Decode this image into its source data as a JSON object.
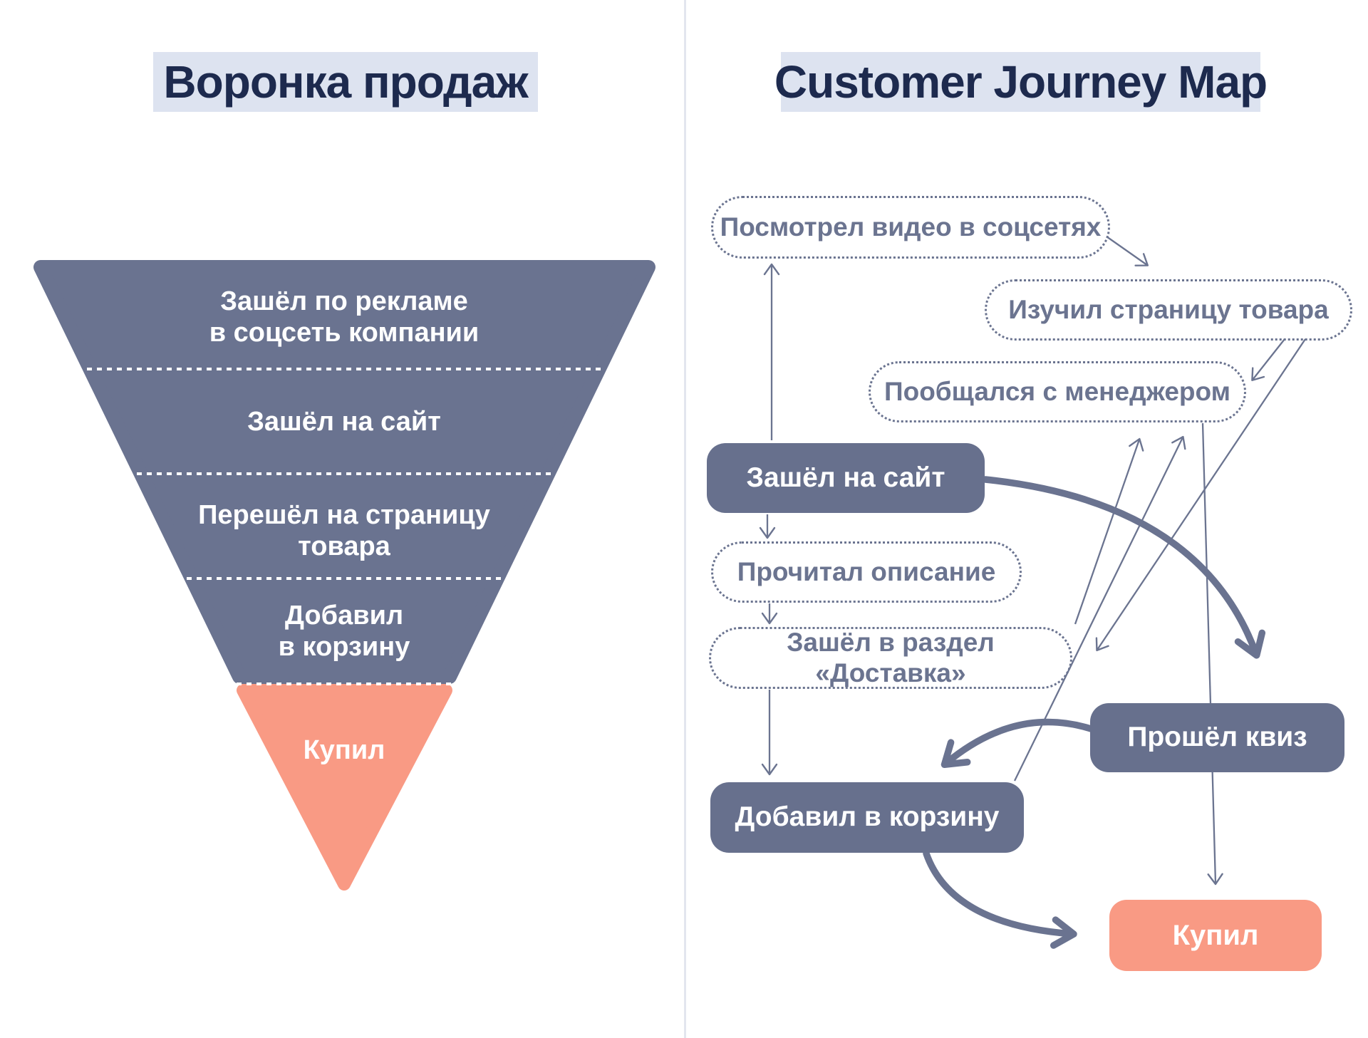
{
  "theme": {
    "navy": "#1d2a4e",
    "slate": "#6a7390",
    "node": "#67708d",
    "line": "#6b7490",
    "salmon": "#f99a84",
    "title_bg": "#dde3f0",
    "divider": "#e3e6ee",
    "white": "#ffffff"
  },
  "left_panel": {
    "title": "Воронка продаж",
    "funnel": {
      "stages": [
        {
          "label": "Зашёл по рекламе\nв соцсеть компании",
          "color": "#6a7390"
        },
        {
          "label": "Зашёл на сайт",
          "color": "#6a7390"
        },
        {
          "label": "Перешёл на страницу\nтовара",
          "color": "#6a7390"
        },
        {
          "label": "Добавил\nв корзину",
          "color": "#6a7390"
        },
        {
          "label": "Купил",
          "color": "#f99a84"
        }
      ]
    }
  },
  "right_panel": {
    "title": "Customer Journey Map",
    "nodes": [
      {
        "label": "Посмотрел видео в соцсетях",
        "style": "dotted"
      },
      {
        "label": "Изучил страницу товара",
        "style": "dotted"
      },
      {
        "label": "Пообщался с менеджером",
        "style": "dotted"
      },
      {
        "label": "Зашёл на сайт",
        "style": "solid"
      },
      {
        "label": "Прочитал описание",
        "style": "dotted"
      },
      {
        "label": "Зашёл в раздел «Доставка»",
        "style": "dotted"
      },
      {
        "label": "Прошёл квиз",
        "style": "solid"
      },
      {
        "label": "Добавил в корзину",
        "style": "solid"
      },
      {
        "label": "Купил",
        "style": "accent"
      }
    ]
  }
}
